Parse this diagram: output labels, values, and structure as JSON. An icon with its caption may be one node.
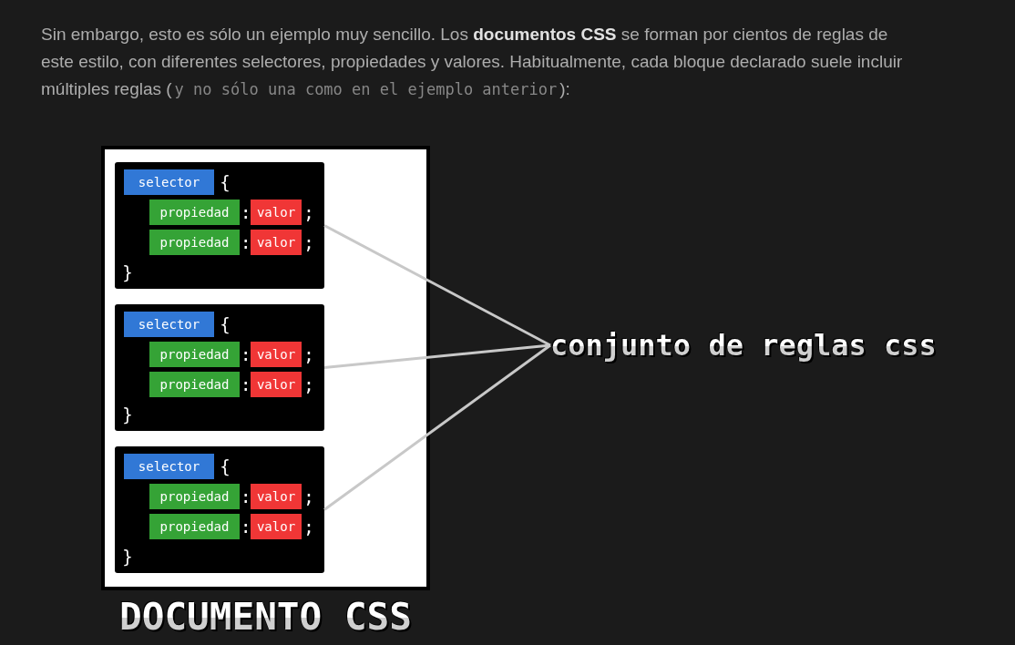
{
  "diagram": {
    "nodes": [
      {
        "text": [
          "DOCUMENTO CSS"
        ]
      },
      {
        "text": [
          "{",
          ":",
          ";",
          ":",
          ";",
          "}"
        ],
        "in": 0
      },
      {
        "text": [
          "selector"
        ],
        "in": 1
      },
      {
        "text": [
          "propiedad"
        ],
        "in": 1
      },
      {
        "text": [
          "valor"
        ],
        "in": 1
      },
      {
        "text": [
          "propiedad"
        ],
        "in": 1
      },
      {
        "text": [
          "valor"
        ],
        "in": 1
      },
      {
        "text": [
          "{",
          ":",
          ";",
          ":",
          ";",
          "}"
        ],
        "in": 0
      },
      {
        "text": [
          "selector"
        ],
        "in": 7
      },
      {
        "text": [
          "propiedad"
        ],
        "in": 7
      },
      {
        "text": [
          "valor"
        ],
        "in": 7
      },
      {
        "text": [
          "propiedad"
        ],
        "in": 7
      },
      {
        "text": [
          "valor"
        ],
        "in": 7
      },
      {
        "text": [
          "{",
          ":",
          ";",
          ":",
          ";",
          "}"
        ],
        "in": 0
      },
      {
        "text": [
          "selector"
        ],
        "in": 13
      },
      {
        "text": [
          "propiedad"
        ],
        "in": 13
      },
      {
        "text": [
          "valor"
        ],
        "in": 13
      },
      {
        "text": [
          "propiedad"
        ],
        "in": 13
      },
      {
        "text": [
          "valor"
        ],
        "in": 13
      },
      {
        "text": [
          "conjunto de reglas css"
        ]
      }
    ],
    "edges": [
      {
        "from": 1,
        "to": 19,
        "arrow": "none"
      },
      {
        "from": 7,
        "to": 19,
        "arrow": "none"
      },
      {
        "from": 13,
        "to": 19,
        "arrow": "none"
      }
    ],
    "labels": [
      "Sin embargo, esto es sólo un ejemplo muy sencillo. Los **documentos CSS** se forman por cientos de reglas de este estilo, con diferentes selectores, propiedades y valores. Habitualmente, cada bloque declarado suele incluir múltiples reglas (",
      "y no sólo una como en el ejemplo anterior",
      "):"
    ]
  }
}
